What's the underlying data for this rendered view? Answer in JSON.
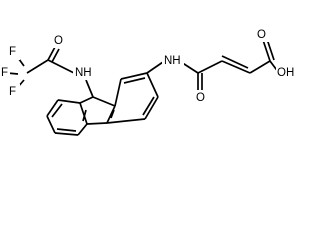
{
  "molecule": {
    "atoms": {
      "f_top": "F",
      "f_left": "F",
      "f_bottom": "F",
      "o_amide_left": "O",
      "nh_left": "NH",
      "nh_right": "NH",
      "o_amide_right": "O",
      "o_acid": "O",
      "oh_acid": "OH"
    }
  },
  "colors": {
    "bond": "#000000",
    "label": "#000000",
    "background": "#ffffff"
  }
}
